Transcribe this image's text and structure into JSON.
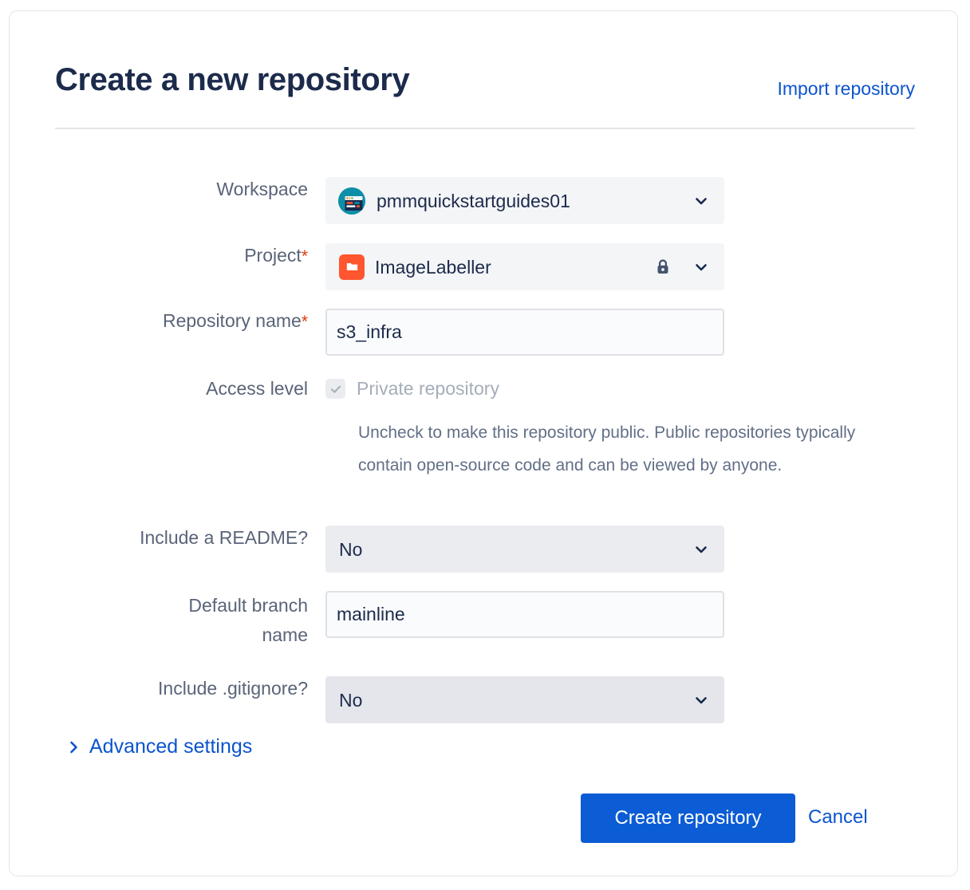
{
  "header": {
    "title": "Create a new repository",
    "import_link": "Import repository"
  },
  "form": {
    "workspace": {
      "label": "Workspace",
      "value": "pmmquickstartguides01",
      "avatar_icon": "workspace-avatar-icon",
      "chevron_icon": "chevron-down-icon"
    },
    "project": {
      "label": "Project",
      "required_marker": "*",
      "value": "ImageLabeller",
      "project_icon": "folder-icon",
      "lock_icon": "lock-icon",
      "chevron_icon": "chevron-down-icon"
    },
    "repository_name": {
      "label": "Repository name",
      "required_marker": "*",
      "value": "s3_infra",
      "placeholder": ""
    },
    "access_level": {
      "label": "Access level",
      "checkbox_label": "Private repository",
      "checked": true,
      "disabled": true,
      "check_icon": "check-icon",
      "help_text": "Uncheck to make this repository public. Public repositories typically contain open-source code and can be viewed by anyone."
    },
    "include_readme": {
      "label": "Include a README?",
      "value": "No",
      "chevron_icon": "chevron-down-icon"
    },
    "default_branch": {
      "label_line1": "Default branch",
      "label_line2": "name",
      "value": "mainline",
      "placeholder": ""
    },
    "include_gitignore": {
      "label": "Include .gitignore?",
      "value": "No",
      "chevron_icon": "chevron-down-icon"
    },
    "advanced_settings": {
      "label": "Advanced settings",
      "chevron_icon": "chevron-right-icon"
    }
  },
  "footer": {
    "submit_label": "Create repository",
    "cancel_label": "Cancel"
  },
  "colors": {
    "link": "#0B54CE",
    "primary_button": "#0B5CD5",
    "title": "#1C2B4B",
    "label": "#5A6478",
    "required": "#DE380B",
    "project_icon": "#FF5630",
    "workspace_avatar": "#0E8FA8",
    "field_bg": "#F4F5F7",
    "input_bg": "#FAFBFC",
    "disabled_text": "#A5ADBA"
  }
}
